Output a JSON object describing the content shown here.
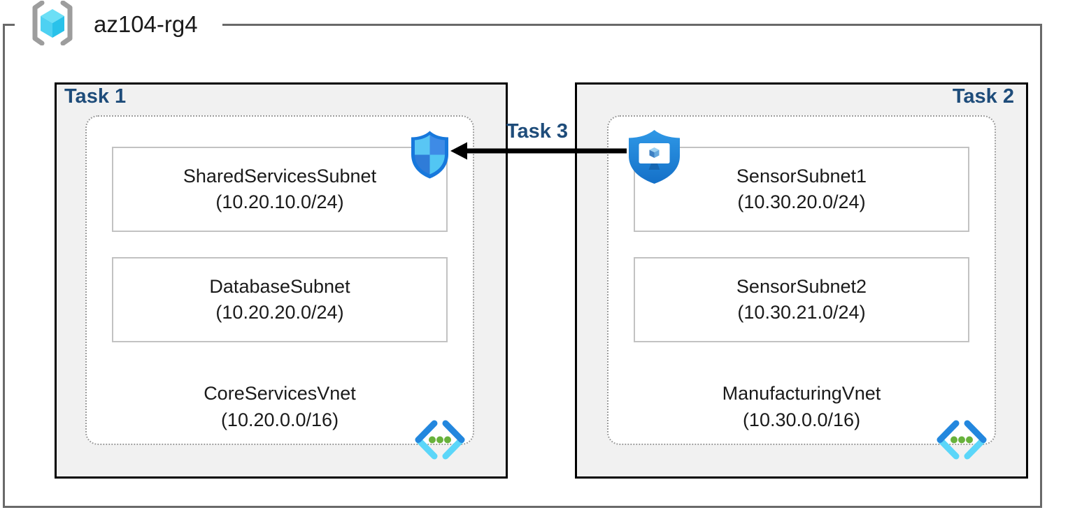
{
  "resource_group": {
    "name": "az104-rg4",
    "icon": "resource-group-icon"
  },
  "connection": {
    "label": "Task 3",
    "arrow_direction": "right-to-left"
  },
  "vnets": [
    {
      "task_label": "Task 1",
      "name": "CoreServicesVnet",
      "cidr": "(10.20.0.0/16)",
      "corner_icon": "defender-shield-icon",
      "network_icon": "virtual-network-icon",
      "subnets": [
        {
          "name": "SharedServicesSubnet",
          "cidr": "(10.20.10.0/24)"
        },
        {
          "name": "DatabaseSubnet",
          "cidr": "(10.20.20.0/24)"
        }
      ]
    },
    {
      "task_label": "Task 2",
      "name": "ManufacturingVnet",
      "cidr": "(10.30.0.0/16)",
      "corner_icon": "bastion-shield-icon",
      "network_icon": "virtual-network-icon",
      "subnets": [
        {
          "name": "SensorSubnet1",
          "cidr": "(10.30.20.0/24)"
        },
        {
          "name": "SensorSubnet2",
          "cidr": "(10.30.21.0/24)"
        }
      ]
    }
  ],
  "icons": {
    "resource-group-icon": "gray brackets enclosing cyan cube",
    "defender-shield-icon": "blue shield with four quadrants",
    "bastion-shield-icon": "blue shield with monitor and cube",
    "virtual-network-icon": "blue angle brackets with three green dots"
  },
  "colors": {
    "task_label": "#1E4C7A",
    "frame_border": "#696969",
    "panel_border": "#000000",
    "panel_fill": "#F1F1F1",
    "dotted_border": "#9C9C9C",
    "subnet_border": "#C2C2C2",
    "arrow": "#000000",
    "azure_blue": "#2387DE",
    "azure_cyan": "#55D4F8",
    "vnet_dot_green": "#68B23C"
  }
}
